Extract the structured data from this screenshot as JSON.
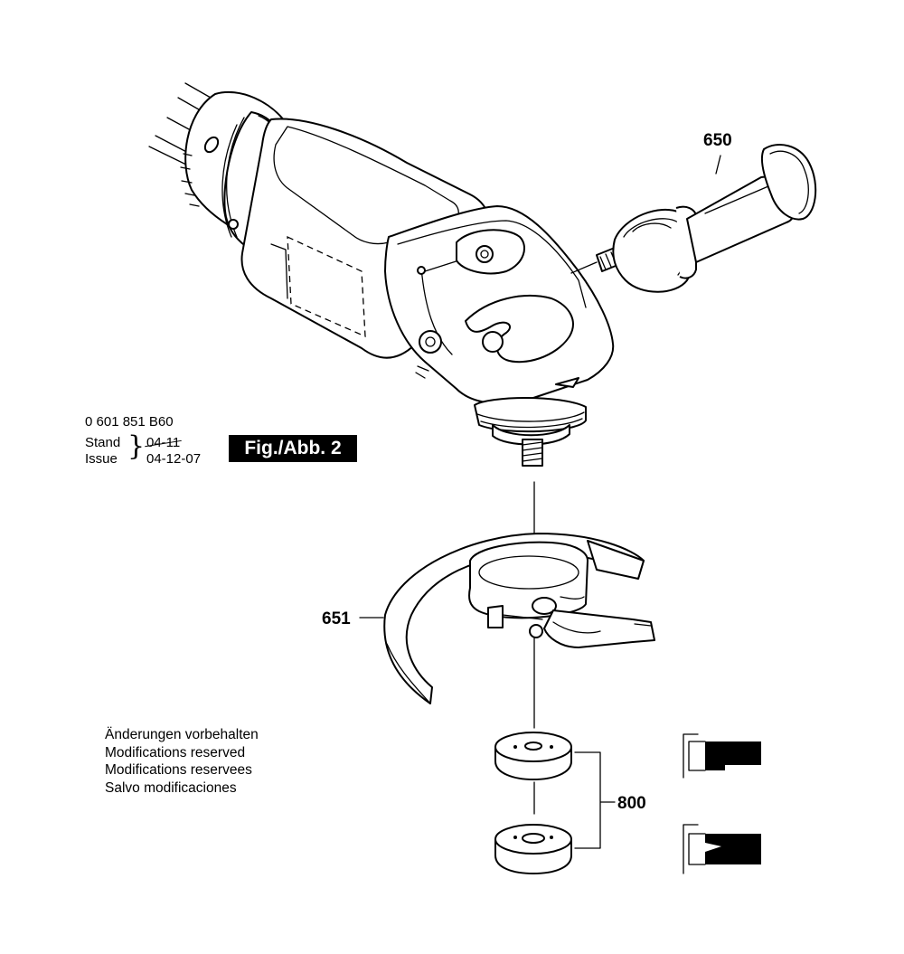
{
  "callouts": {
    "handle": "650",
    "guard": "651",
    "flange_set": "800"
  },
  "model": {
    "part_number": "0 601 851 B60",
    "stand_label": "Stand",
    "issue_label": "Issue",
    "stand_value": "04-11",
    "issue_value": "04-12-07"
  },
  "figure_label": "Fig./Abb. 2",
  "notes": [
    "Änderungen vorbehalten",
    "Modifications reserved",
    "Modifications reservees",
    "Salvo modificaciones"
  ]
}
